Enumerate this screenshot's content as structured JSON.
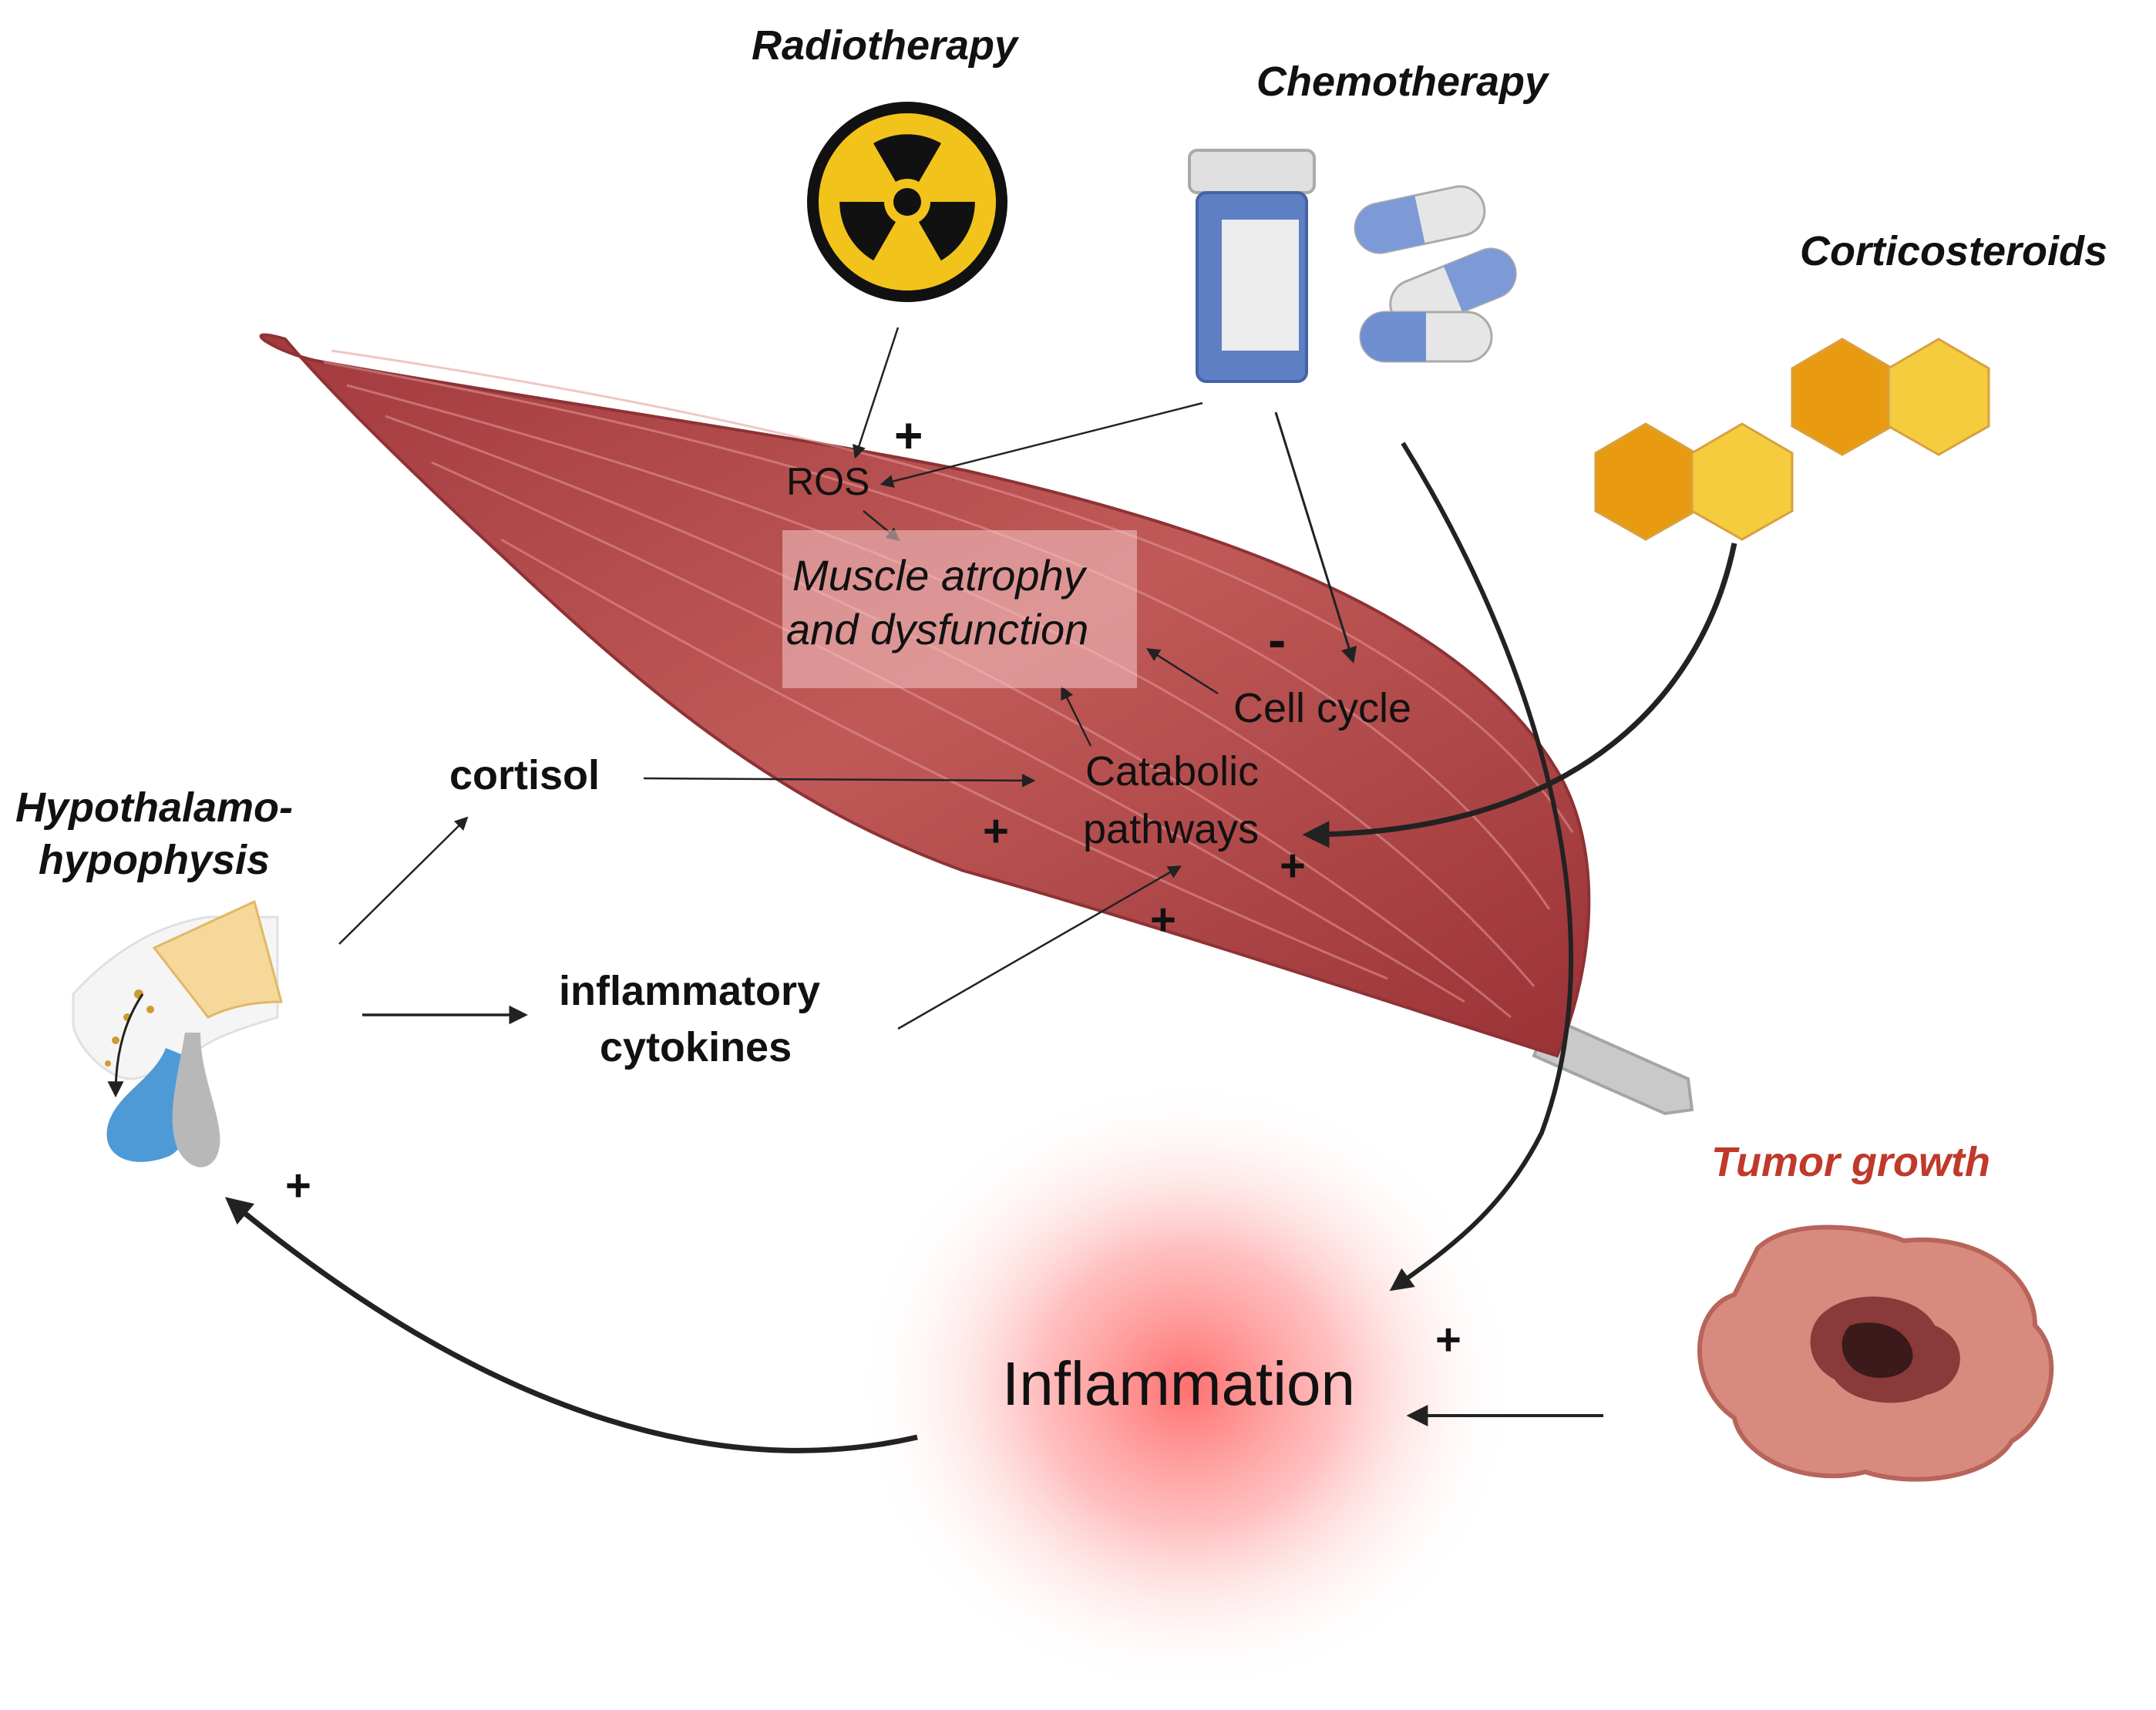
{
  "agents": {
    "radiotherapy": "Radiotherapy",
    "chemotherapy": "Chemotherapy",
    "corticosteroids": "Corticosteroids",
    "hypothalamo_line1": "Hypothalamo-",
    "hypothalamo_line2": "hypophysis",
    "tumor": "Tumor growth"
  },
  "muscle": {
    "ros": "ROS",
    "atrophy_line1": "Muscle atrophy",
    "atrophy_line2": "and dysfunction",
    "cell_cycle": "Cell cycle",
    "catabolic_line1": "Catabolic",
    "catabolic_line2": "pathways"
  },
  "mediators": {
    "cortisol": "cortisol",
    "cytokines_line1": "inflammatory",
    "cytokines_line2": "cytokines"
  },
  "inflammation": "Inflammation",
  "signs": {
    "ros_plus": "+",
    "cellcycle_minus": "-",
    "cortisol_plus": "+",
    "cortico_plus": "+",
    "cytokine_plus": "+",
    "feedback_plus": "+",
    "tumor_plus": "+"
  },
  "colors": {
    "muscle": "#b64a4c",
    "muscle_dark": "#8e3236",
    "tendon": "#c8c8c8",
    "radiation_yellow": "#f2c31b",
    "hex_orange": "#e89a10",
    "hex_yellow": "#f5cc3e",
    "capsule_blue": "#6f8fd0",
    "inflammation_glow": "#ff4a4a",
    "tumor_pink": "#d4857a",
    "tumor_label": "#c0392b"
  }
}
